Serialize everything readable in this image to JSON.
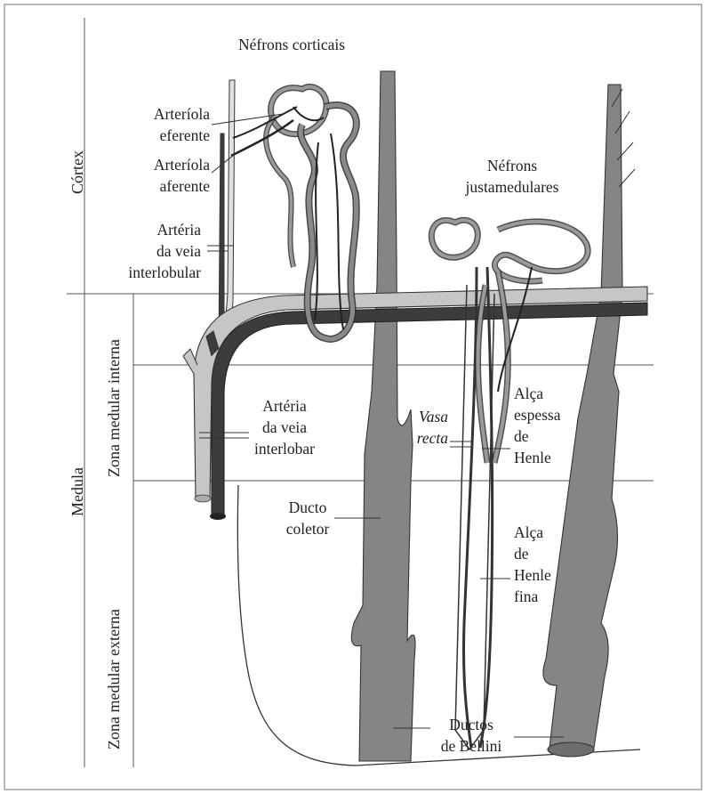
{
  "title": "Néfrons corticais",
  "labels": {
    "arteriola_eferente": [
      "Arteríola",
      "eferente"
    ],
    "arteriola_aferente": [
      "Arteríola",
      "aferente"
    ],
    "arteria_interlobular": [
      "Artéria",
      "da veia",
      "interlobular"
    ],
    "nefrons_justamedulares": [
      "Néfrons",
      "justamedulares"
    ],
    "arteria_interlobar": [
      "Artéria",
      "da veia",
      "interlobar"
    ],
    "vasa_recta": [
      "Vasa",
      "recta"
    ],
    "alca_espessa": [
      "Alça",
      "espessa",
      "de",
      "Henle"
    ],
    "ducto_coletor": [
      "Ducto",
      "coletor"
    ],
    "alca_fina": [
      "Alça",
      "de",
      "Henle",
      "fina"
    ],
    "ductos_bellini": [
      "Ductos",
      "de Bellini"
    ]
  },
  "regions": {
    "cortex": "Córtex",
    "medula": "Medula",
    "zona_interna": "Zona medular interna",
    "zona_externa": "Zona medular externa"
  },
  "colors": {
    "duct": "#858585",
    "duct_dark": "#5a5a5a",
    "vein": "#c6c6c6",
    "artery": "#3c3c3c",
    "loop": "#9a9a9a",
    "outline": "#333333"
  }
}
